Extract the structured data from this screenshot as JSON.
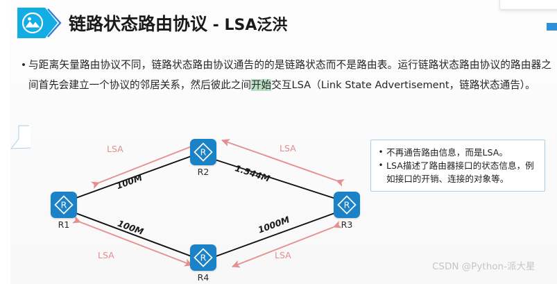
{
  "slide": {
    "title_cn": "链路状态路由协议",
    "title_sep": " - ",
    "title_en": "LSA泛洪",
    "badge_icon": "image-picture-icon"
  },
  "body": {
    "bullet_marker": "•",
    "paragraph_part1": "与距离矢量路由协议不同，链路状态路由协议通告的的是链路状态而不是路由表。运行链路状态路由协议的路由器之间首先会建立一个协议的邻居关系，然后彼此之间",
    "paragraph_highlight": "开始",
    "paragraph_part2": "交互LSA（Link State Advertisement，链路状态通告）。"
  },
  "diagram": {
    "nodes": [
      {
        "id": "R1",
        "label": "R1",
        "icon": "router-icon"
      },
      {
        "id": "R2",
        "label": "R2",
        "icon": "router-icon"
      },
      {
        "id": "R3",
        "label": "R3",
        "icon": "router-icon"
      },
      {
        "id": "R4",
        "label": "R4",
        "icon": "router-icon"
      }
    ],
    "links": [
      {
        "from": "R1",
        "to": "R2",
        "bandwidth": "100M"
      },
      {
        "from": "R2",
        "to": "R3",
        "bandwidth": "1.544M"
      },
      {
        "from": "R1",
        "to": "R4",
        "bandwidth": "100M"
      },
      {
        "from": "R4",
        "to": "R3",
        "bandwidth": "1000M"
      }
    ],
    "flow_labels": [
      {
        "id": "lsa-r1-r2",
        "text": "LSA"
      },
      {
        "id": "lsa-r2-r3",
        "text": "LSA"
      },
      {
        "id": "lsa-r1-r4",
        "text": "LSA"
      },
      {
        "id": "lsa-r4-r3",
        "text": "LSA"
      }
    ]
  },
  "callout": {
    "bullet_marker": "•",
    "items": [
      "不再通告路由信息，而是LSA。",
      "LSA描述了路由器接口的状态信息，例如接口的开销、连接的对象等。"
    ]
  },
  "watermark": {
    "text": "CSDN @Python-派大星"
  },
  "colors": {
    "badge_blue": "#11ade4",
    "router_blue": "#1b82c8",
    "lsa_pink": "#e08d8d",
    "callout_border": "#a8cfe8",
    "link_black": "#111111"
  }
}
